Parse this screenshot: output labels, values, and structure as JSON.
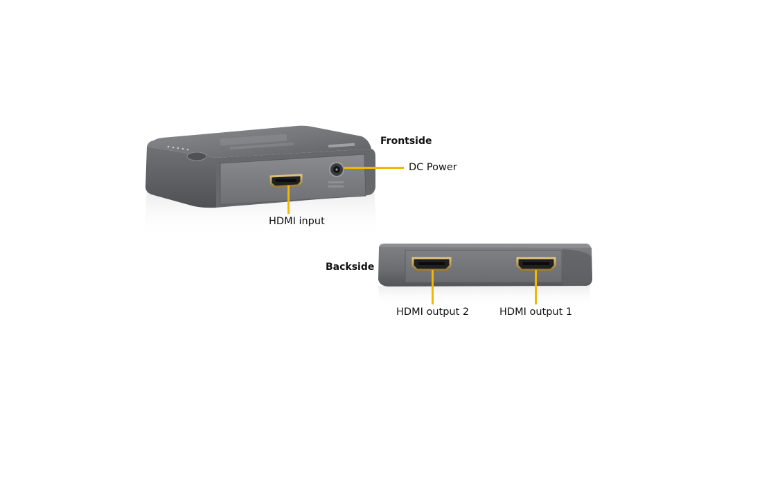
{
  "front": {
    "heading": "Frontside",
    "dc_power_label": "DC Power",
    "hdmi_input_label": "HDMI input"
  },
  "back": {
    "heading": "Backside",
    "hdmi_output_2_label": "HDMI output 2",
    "hdmi_output_1_label": "HDMI output 1"
  },
  "colors": {
    "background": "#ffffff",
    "device_body": "#6b6d70",
    "device_top": "#7c7e81",
    "port_metal": "#c7a25a",
    "callout_line": "#f2b705",
    "text": "#111111"
  }
}
